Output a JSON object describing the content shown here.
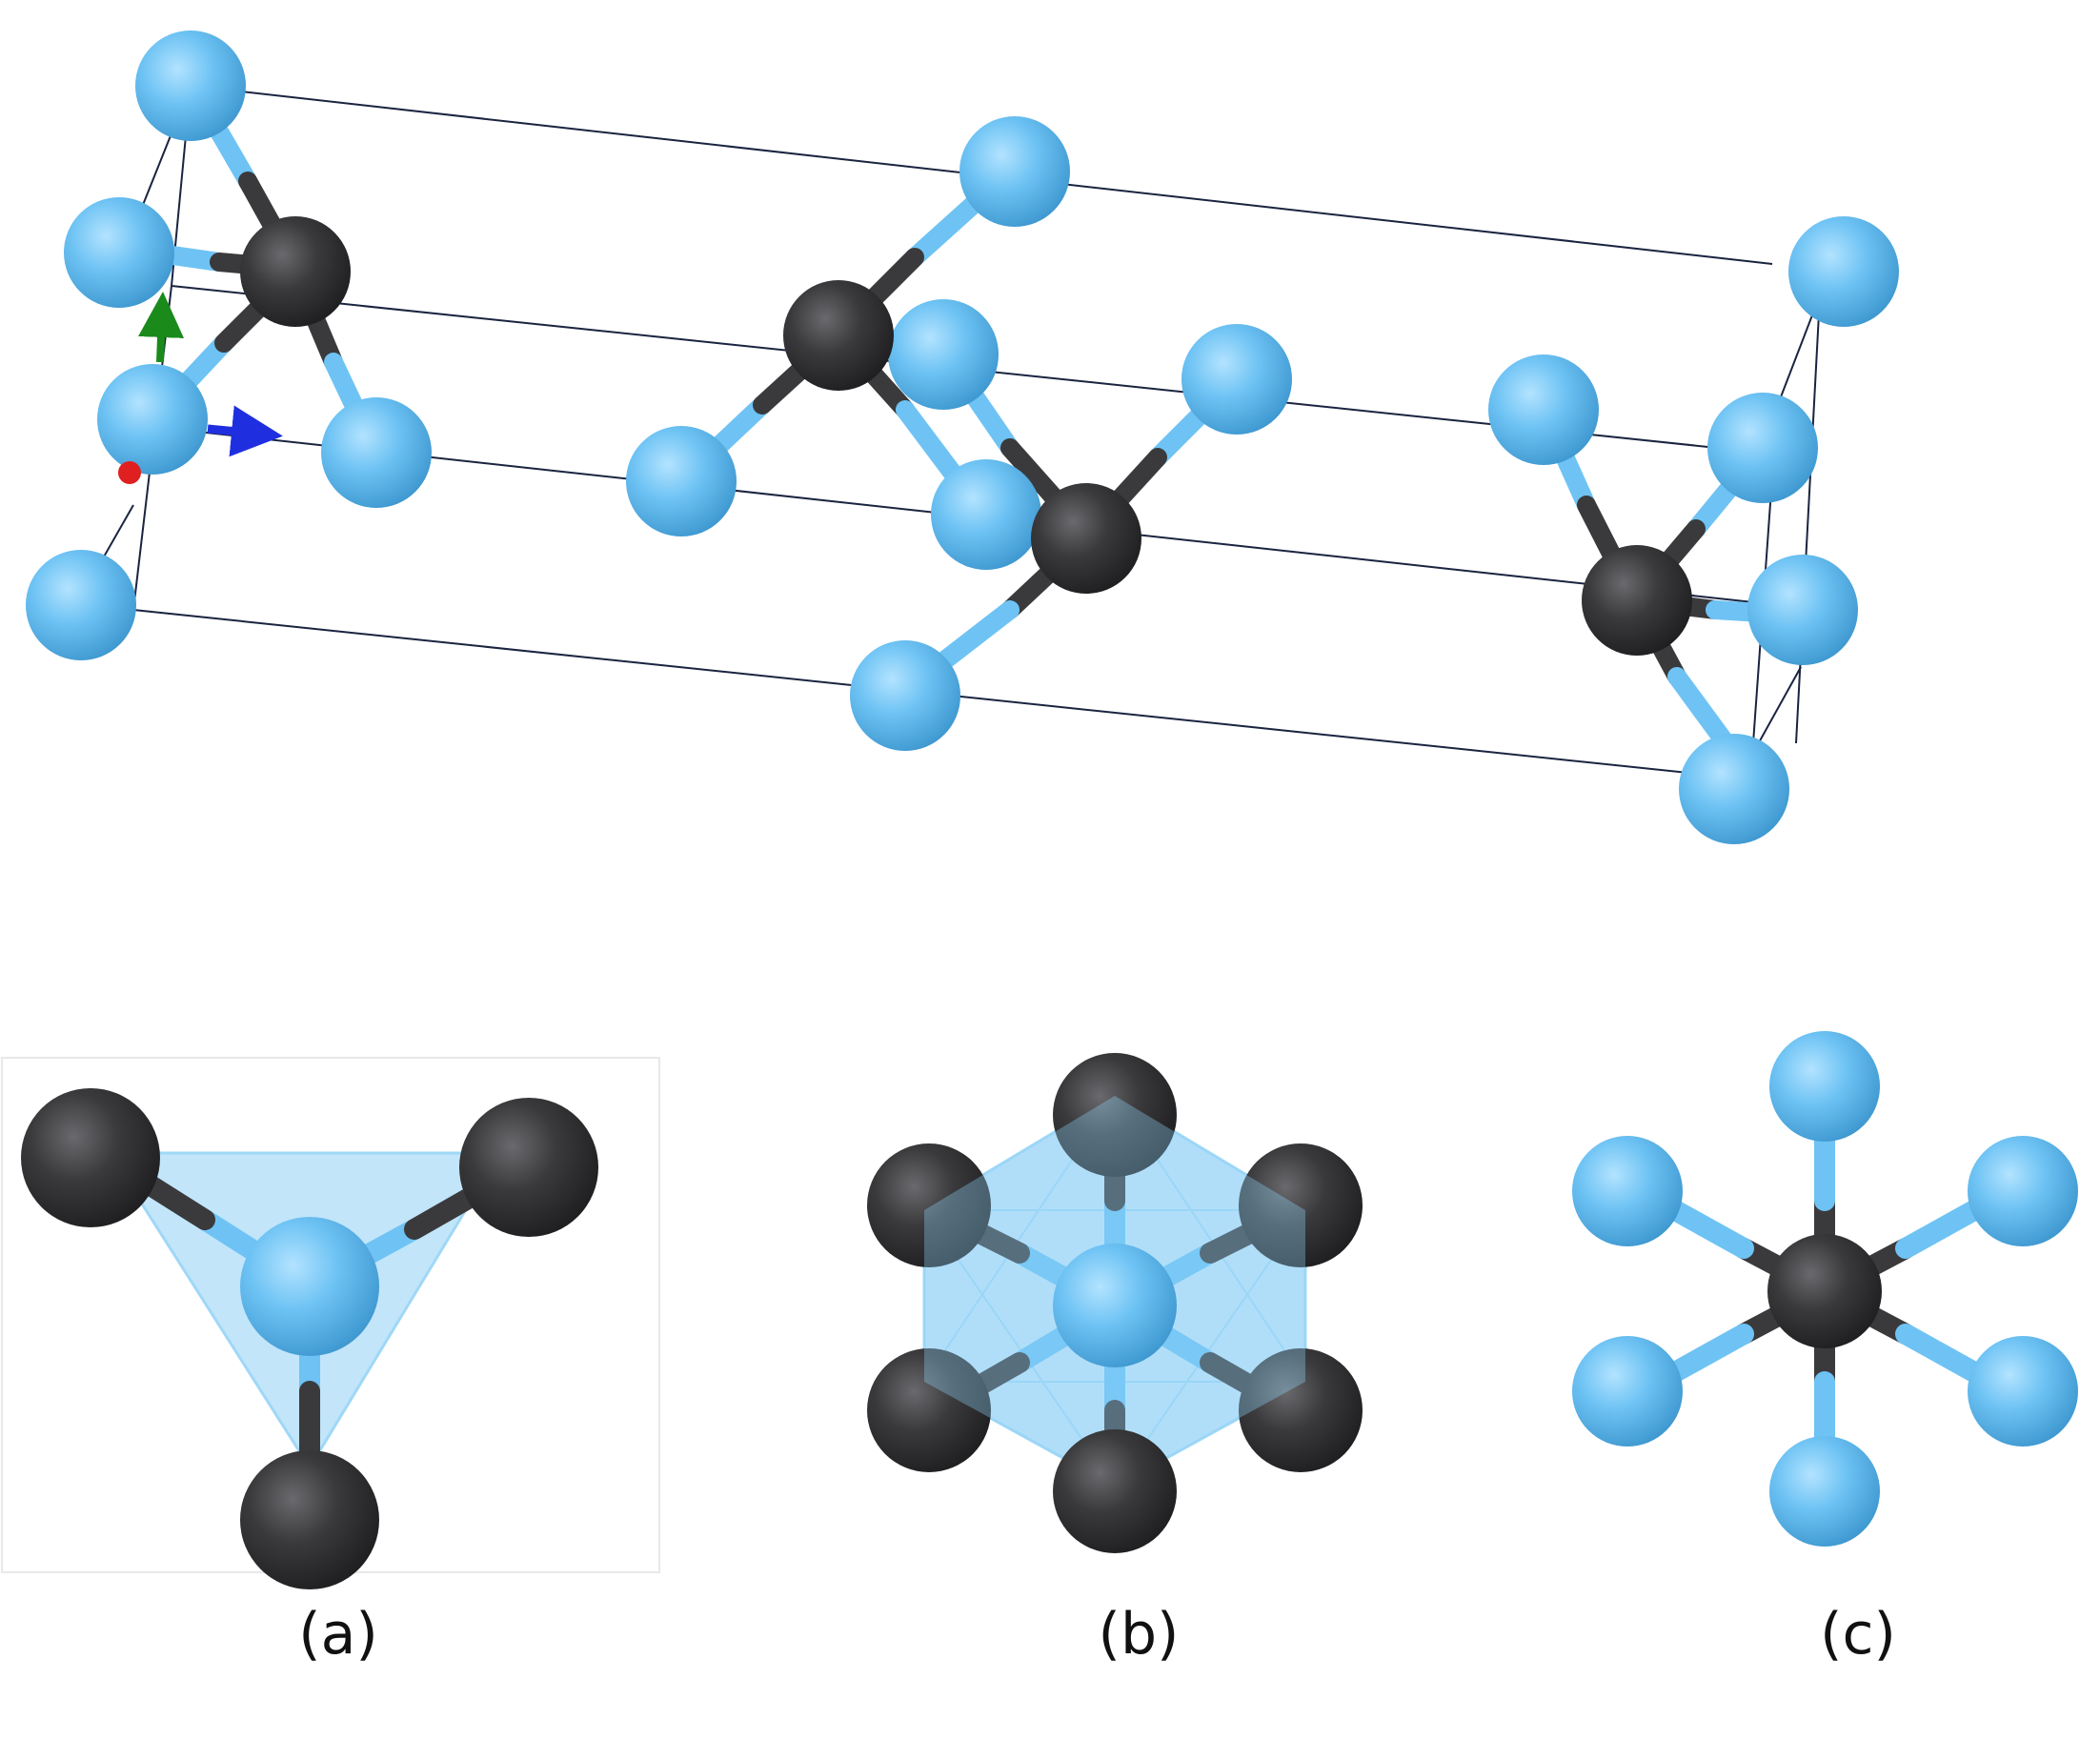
{
  "figure": {
    "colors": {
      "light_atom": "#6ec3f4",
      "light_atom_highlight": "#b3e3ff",
      "light_atom_shadow": "#3d97cf",
      "dark_atom": "#3a3a3c",
      "dark_atom_highlight": "#6a6a6e",
      "dark_atom_shadow": "#1e1e20",
      "cell_edge": "#1a2440",
      "polyhedron_fill": "#8fd0f5",
      "axis_x": "#e02020",
      "axis_y": "#1a8a1a",
      "axis_z": "#1f2fe0",
      "label_text": "#111111"
    },
    "unit_cell_view": {
      "atom_types": [
        "light",
        "dark"
      ],
      "axes_icons": [
        "x-axis-arrow",
        "y-axis-arrow",
        "z-axis-arrow"
      ]
    },
    "panels": [
      {
        "id": "a",
        "label": "(a)",
        "coordination": "trigonal"
      },
      {
        "id": "b",
        "label": "(b)",
        "coordination": "six-fold"
      },
      {
        "id": "c",
        "label": "(c)",
        "coordination": "octahedral"
      }
    ]
  }
}
